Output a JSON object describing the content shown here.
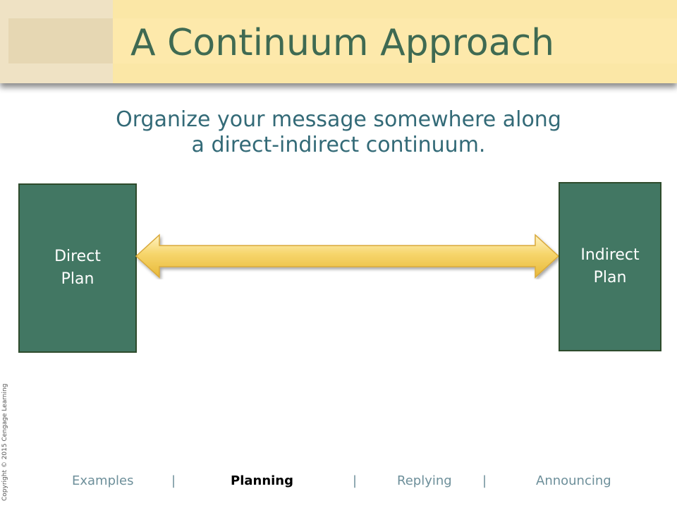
{
  "title": "A Continuum Approach",
  "subtitle_lines": [
    "Organize your message somewhere along",
    "a direct-indirect continuum."
  ],
  "direct_box": {
    "line1": "Direct",
    "line2": "Plan"
  },
  "indirect_box": {
    "line1": "Indirect",
    "line2": "Plan"
  },
  "copyright": "Copyright © 2015 Cengage Learning",
  "nav": {
    "items": [
      "Examples",
      "Planning",
      "Replying",
      "Announcing"
    ],
    "separator": "|",
    "active": "Planning"
  },
  "colors": {
    "title_band": "#fbe7a6",
    "title_text": "#3f6a52",
    "subtitle_text": "#336a77",
    "box_fill": "#427763",
    "arrow_fill": "#f6d56b"
  }
}
